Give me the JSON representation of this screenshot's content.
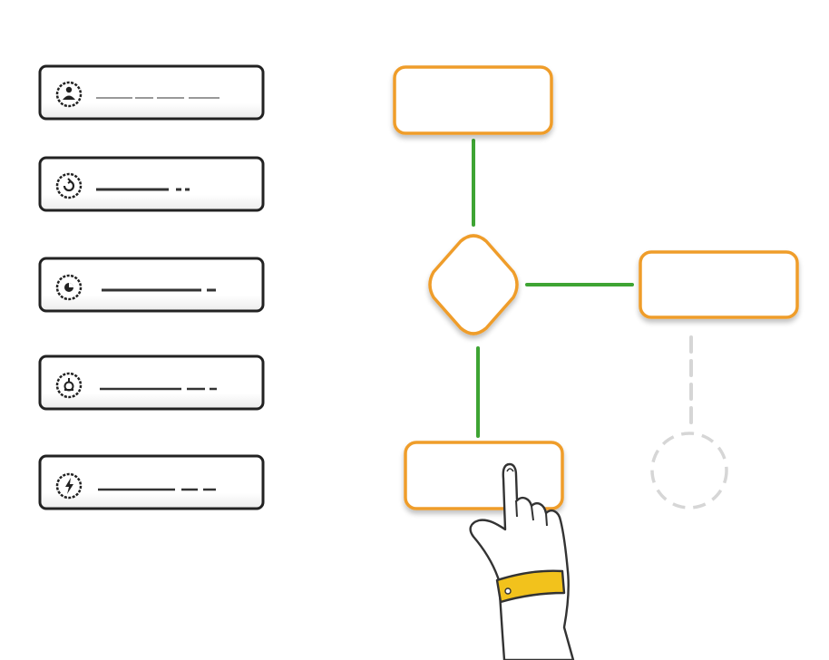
{
  "palette": {
    "node_stroke": "#ef9d2c",
    "connector": "#3ea433",
    "placeholder": "#d6d6d6",
    "panel_stroke": "#222222",
    "wristband": "#f2c21c"
  },
  "palette_items": [
    {
      "icon": "person-icon"
    },
    {
      "icon": "refresh-icon"
    },
    {
      "icon": "pie-icon"
    },
    {
      "icon": "tag-icon"
    },
    {
      "icon": "bolt-icon"
    }
  ],
  "diagram": {
    "nodes": [
      {
        "id": "start",
        "shape": "rect"
      },
      {
        "id": "decision",
        "shape": "diamond"
      },
      {
        "id": "branch",
        "shape": "rect"
      },
      {
        "id": "end",
        "shape": "rect"
      },
      {
        "id": "pending",
        "shape": "circle-dashed"
      }
    ],
    "edges": [
      {
        "from": "start",
        "to": "decision",
        "style": "solid"
      },
      {
        "from": "decision",
        "to": "branch",
        "style": "solid"
      },
      {
        "from": "decision",
        "to": "end",
        "style": "solid"
      },
      {
        "from": "branch",
        "to": "pending",
        "style": "dashed"
      }
    ]
  },
  "cursor": {
    "type": "pointing-hand",
    "target": "end"
  }
}
